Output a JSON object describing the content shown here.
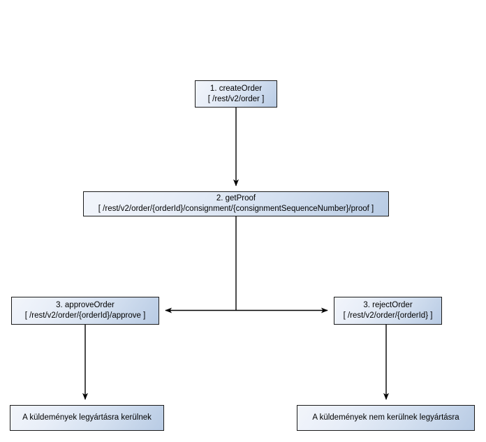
{
  "diagram": {
    "type": "flowchart",
    "orientation": "top-down",
    "background_color": "#ffffff",
    "node_fill_light": "#f2f5fb",
    "node_fill_dark": "#b8cbe4",
    "node_border_color": "#1b1b1b",
    "edge_color": "#000000",
    "nodes": [
      {
        "id": "create-order",
        "title": "1. createOrder",
        "endpoint": "[ /rest/v2/order ]"
      },
      {
        "id": "get-proof",
        "title": "2. getProof",
        "endpoint": "[ /rest/v2/order/{orderId}/consignment/{consignmentSequenceNumber}/proof ]"
      },
      {
        "id": "approve-order",
        "title": "3. approveOrder",
        "endpoint": "[ /rest/v2/order/{orderId}/approve ]"
      },
      {
        "id": "reject-order",
        "title": "3. rejectOrder",
        "endpoint": "[ /rest/v2/order/{orderId} ]"
      },
      {
        "id": "result-produced",
        "title": "A küldemények legyártásra kerülnek",
        "endpoint": ""
      },
      {
        "id": "result-not-produced",
        "title": "A küldemények nem kerülnek legyártásra",
        "endpoint": ""
      }
    ],
    "edges": [
      {
        "id": "edge-create-to-proof",
        "from": "create-order",
        "to": "get-proof",
        "label": "",
        "arrowheads": "end"
      },
      {
        "id": "edge-proof-to-branch",
        "from": "get-proof",
        "to": "branch-junction",
        "label": "",
        "arrowheads": "none"
      },
      {
        "id": "edge-branch-to-approve",
        "from": "branch-junction",
        "to": "approve-order",
        "label": "",
        "arrowheads": "end"
      },
      {
        "id": "edge-branch-to-reject",
        "from": "branch-junction",
        "to": "reject-order",
        "label": "",
        "arrowheads": "end"
      },
      {
        "id": "edge-approve-to-result",
        "from": "approve-order",
        "to": "result-produced",
        "label": "",
        "arrowheads": "end"
      },
      {
        "id": "edge-reject-to-result",
        "from": "reject-order",
        "to": "result-not-produced",
        "label": "",
        "arrowheads": "end"
      }
    ]
  }
}
